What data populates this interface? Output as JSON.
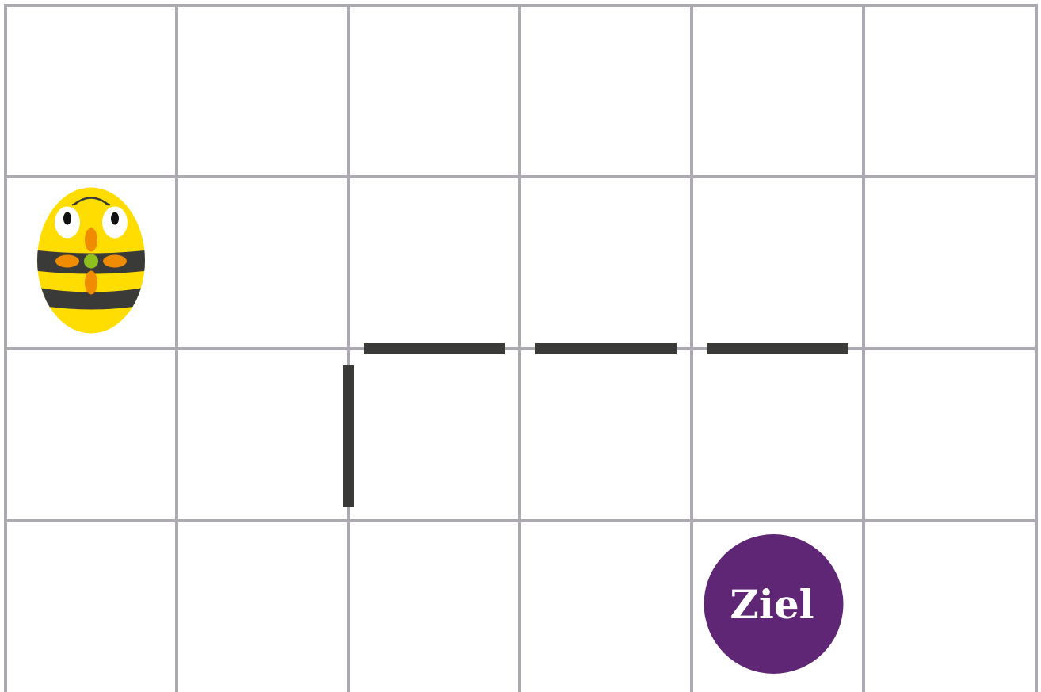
{
  "board": {
    "columns": 6,
    "rows": 4,
    "grid_color": "#acaab0",
    "wall_color": "#3a3a38"
  },
  "robot": {
    "name": "bee-bot",
    "column": 1,
    "row": 2,
    "body_color": "#ffdd00",
    "stripe_color": "#3a3a38",
    "button_color": "#f08c00",
    "center_button_color": "#8fbf1f"
  },
  "goal": {
    "label": "Ziel",
    "column": 5,
    "row": 4,
    "color": "#5f2675"
  },
  "walls": [
    {
      "orientation": "vertical",
      "between_columns": [
        2,
        3
      ],
      "row": 3
    },
    {
      "orientation": "horizontal",
      "between_rows": [
        2,
        3
      ],
      "column": 3
    },
    {
      "orientation": "horizontal",
      "between_rows": [
        2,
        3
      ],
      "column": 4
    },
    {
      "orientation": "horizontal",
      "between_rows": [
        2,
        3
      ],
      "column": 5
    }
  ]
}
